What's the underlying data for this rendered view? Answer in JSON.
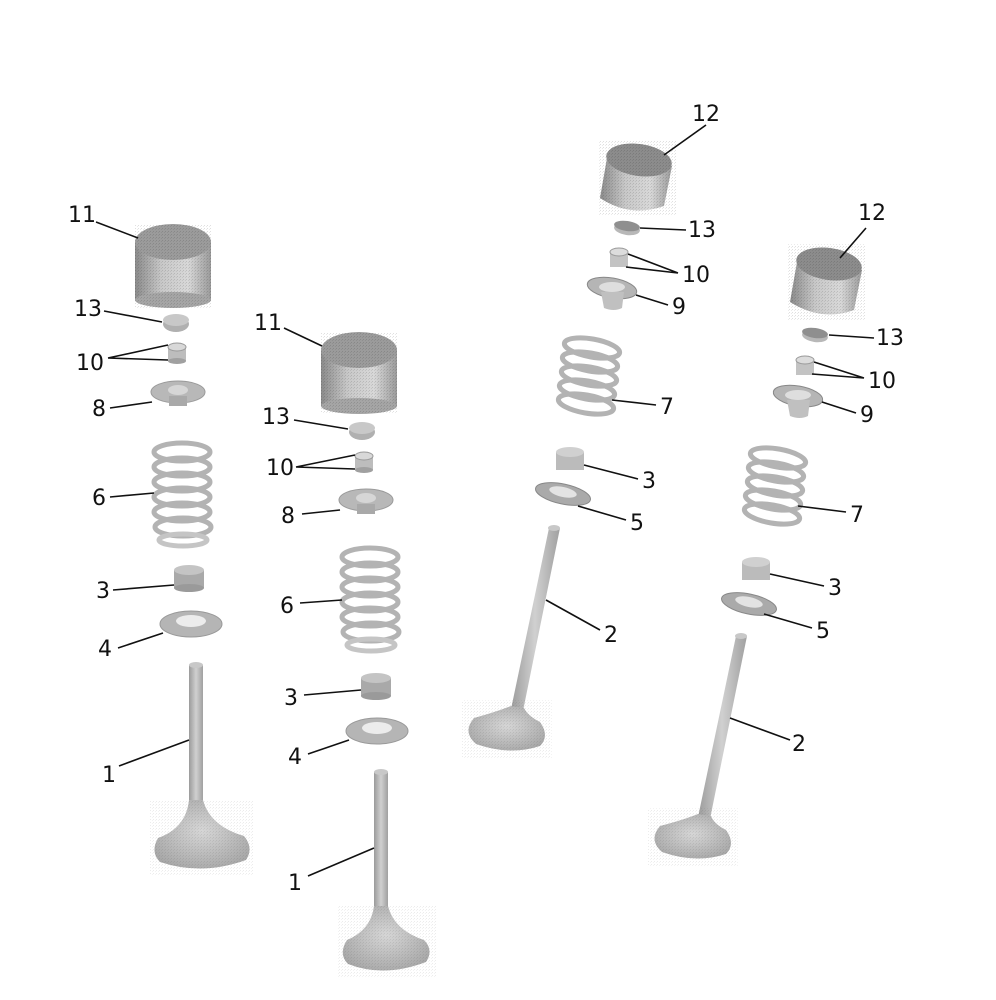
{
  "diagram": {
    "type": "exploded-parts-view",
    "subject": "valve train components (two intake and two exhaust valve assemblies)",
    "colors": {
      "background": "#ffffff",
      "part_light": "#d9d9d9",
      "part_mid": "#b5b5b5",
      "part_dark": "#8c8c8c",
      "line": "#111111"
    },
    "assemblies": [
      {
        "id": "left-1",
        "parts": [
          {
            "num": "11",
            "kind": "bucket tappet"
          },
          {
            "num": "13",
            "kind": "shim"
          },
          {
            "num": "10",
            "kind": "valve collets"
          },
          {
            "num": "8",
            "kind": "spring retainer"
          },
          {
            "num": "6",
            "kind": "valve spring"
          },
          {
            "num": "3",
            "kind": "valve stem seal"
          },
          {
            "num": "4",
            "kind": "spring seat washer"
          },
          {
            "num": "1",
            "kind": "valve"
          }
        ]
      },
      {
        "id": "left-2",
        "parts": [
          {
            "num": "11",
            "kind": "bucket tappet"
          },
          {
            "num": "13",
            "kind": "shim"
          },
          {
            "num": "10",
            "kind": "valve collets"
          },
          {
            "num": "8",
            "kind": "spring retainer"
          },
          {
            "num": "6",
            "kind": "valve spring"
          },
          {
            "num": "3",
            "kind": "valve stem seal"
          },
          {
            "num": "4",
            "kind": "spring seat washer"
          },
          {
            "num": "1",
            "kind": "valve"
          }
        ]
      },
      {
        "id": "right-1",
        "parts": [
          {
            "num": "12",
            "kind": "bucket tappet"
          },
          {
            "num": "13",
            "kind": "shim"
          },
          {
            "num": "10",
            "kind": "valve collets"
          },
          {
            "num": "9",
            "kind": "spring retainer"
          },
          {
            "num": "7",
            "kind": "valve spring"
          },
          {
            "num": "3",
            "kind": "valve stem seal"
          },
          {
            "num": "5",
            "kind": "spring seat washer"
          },
          {
            "num": "2",
            "kind": "valve"
          }
        ]
      },
      {
        "id": "right-2",
        "parts": [
          {
            "num": "12",
            "kind": "bucket tappet"
          },
          {
            "num": "13",
            "kind": "shim"
          },
          {
            "num": "10",
            "kind": "valve collets"
          },
          {
            "num": "9",
            "kind": "spring retainer"
          },
          {
            "num": "7",
            "kind": "valve spring"
          },
          {
            "num": "3",
            "kind": "valve stem seal"
          },
          {
            "num": "5",
            "kind": "spring seat washer"
          },
          {
            "num": "2",
            "kind": "valve"
          }
        ]
      }
    ],
    "labels": {
      "a1_11": "11",
      "a1_13": "13",
      "a1_10": "10",
      "a1_8": "8",
      "a1_6": "6",
      "a1_3": "3",
      "a1_4": "4",
      "a1_1": "1",
      "a2_11": "11",
      "a2_13": "13",
      "a2_10": "10",
      "a2_8": "8",
      "a2_6": "6",
      "a2_3": "3",
      "a2_4": "4",
      "a2_1": "1",
      "a3_12": "12",
      "a3_13": "13",
      "a3_10": "10",
      "a3_9": "9",
      "a3_7": "7",
      "a3_3": "3",
      "a3_5": "5",
      "a3_2": "2",
      "a4_12": "12",
      "a4_13": "13",
      "a4_10": "10",
      "a4_9": "9",
      "a4_7": "7",
      "a4_3": "3",
      "a4_5": "5",
      "a4_2": "2"
    }
  }
}
